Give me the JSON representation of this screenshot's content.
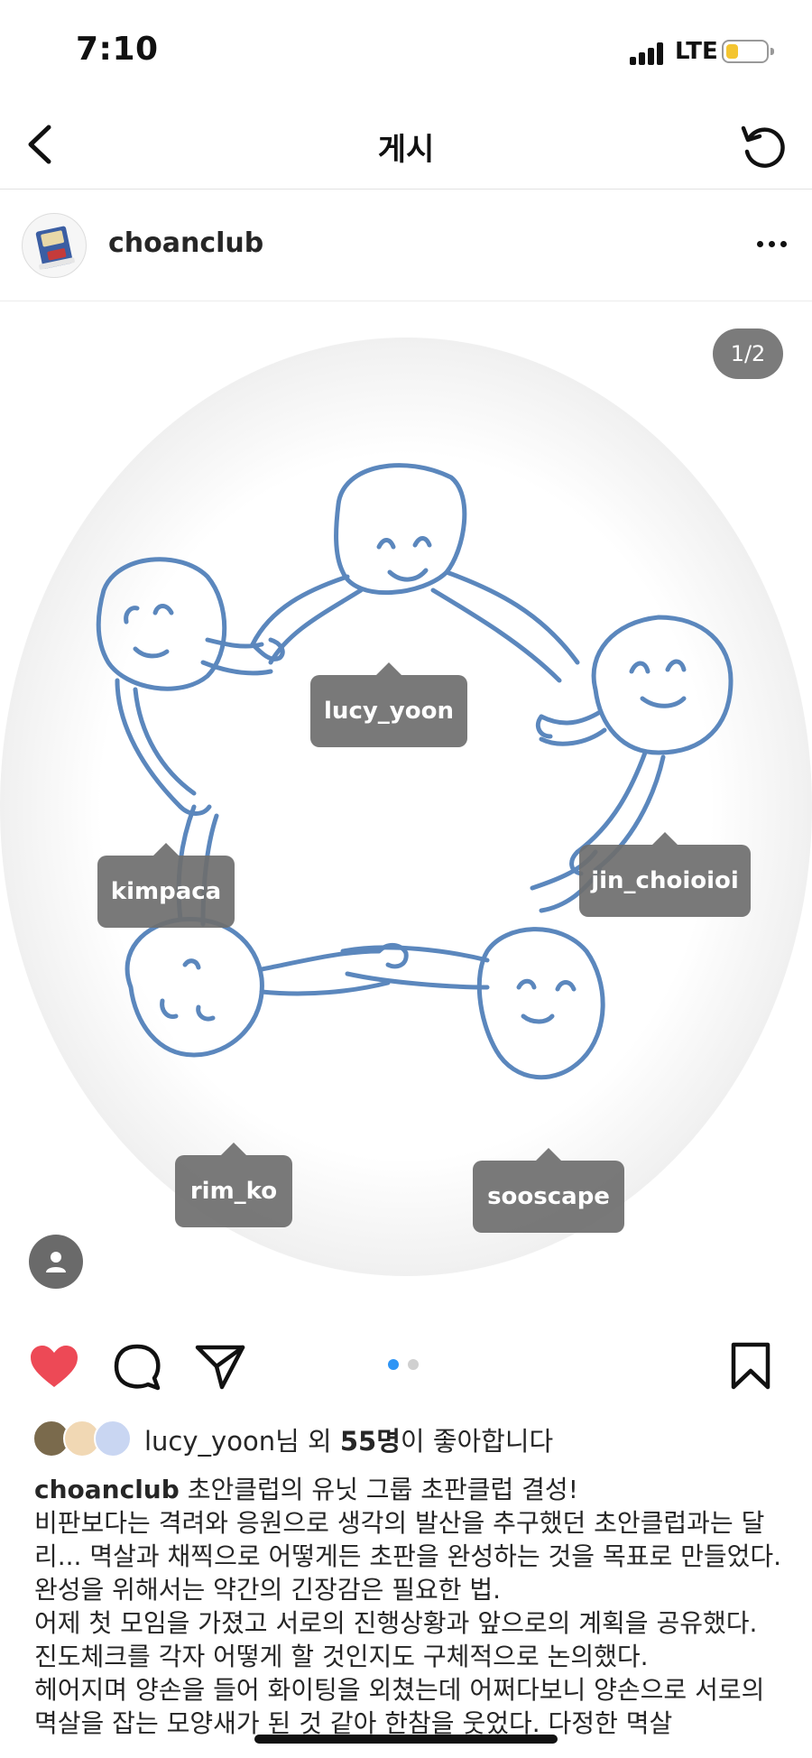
{
  "status_bar": {
    "time": "7:10",
    "network": "LTE",
    "battery_level": 0.3
  },
  "header": {
    "title": "게시"
  },
  "post": {
    "username": "choanclub",
    "image_counter": "1/2",
    "tags": [
      "lucy_yoon",
      "kimpaca",
      "jin_choioioi",
      "rim_ko",
      "sooscape"
    ],
    "carousel": {
      "total": 2,
      "current": 1
    }
  },
  "likes": {
    "user": "lucy_yoon",
    "mid": "님 외 ",
    "count": "55명",
    "suffix": "이 좋아합니다"
  },
  "caption": {
    "username": "choanclub",
    "lines": [
      "초안클럽의 유닛 그룹 초판클럽 결성!",
      "비판보다는 격려와 응원으로 생각의 발산을 추구했던 초안클럽과는 달리... 멱살과 채찍으로 어떻게든 초판을 완성하는 것을 목표로 만들었다. 완성을 위해서는 약간의 긴장감은 필요한 법.",
      "어제 첫 모임을 가졌고 서로의 진행상황과 앞으로의 계획을 공유했다. 진도체크를 각자 어떻게 할 것인지도 구체적으로 논의했다.",
      "헤어지며 양손을 들어 화이팅을 외쳤는데 어쩌다보니 양손으로 서로의 멱살을 잡는 모양새가 된 것 같아 한참을 웃었다. 다정한 멱살"
    ]
  },
  "colors": {
    "heart": "#ed4956",
    "dot_active": "#2f95f5",
    "drawing_stroke": "#5b87bd",
    "tag_bg": "#6e6e6e"
  }
}
